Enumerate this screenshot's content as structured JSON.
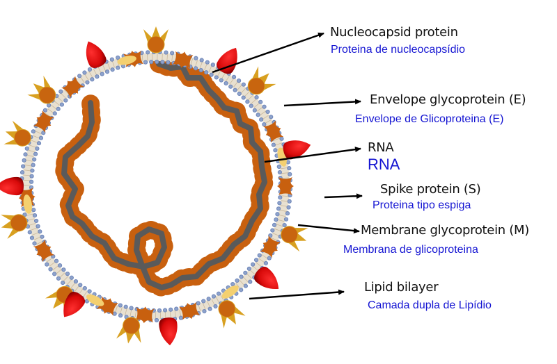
{
  "title": "Coronavirus structure",
  "colors": {
    "rna": "#5a5a5a",
    "nucleocapsid": "#c8600f",
    "membrane_protein": "#c8600f",
    "spike": "#c8650f",
    "spike_tip": "#d8a020",
    "envelope": "#f4d070",
    "hemagglutinin": "#d80a0a",
    "bilayer_head": "#6f86b8",
    "bilayer_tail": "#e8e0d0",
    "arrow": "#000000",
    "label_en": "#111111",
    "label_pt": "#1414d2"
  },
  "labels": [
    {
      "id": "nucleocapsid",
      "en": "Nucleocapsid protein",
      "pt": "Proteina de nucleocapsídio"
    },
    {
      "id": "envelope",
      "en": "Envelope glycoprotein (E)",
      "pt": "Envelope de Glicoproteina (E)"
    },
    {
      "id": "rna",
      "en": "RNA",
      "pt": "RNA"
    },
    {
      "id": "spike",
      "en": "Spike protein (S)",
      "pt": "Proteina tipo espiga"
    },
    {
      "id": "membrane",
      "en": "Membrane glycoprotein (M)",
      "pt": "Membrana de glicoproteina"
    },
    {
      "id": "lipid",
      "en": "Lipid bilayer",
      "pt": "Camada dupla de Lipídio"
    }
  ],
  "components": {
    "spikes_deg": [
      -90,
      -45,
      20,
      130,
      165,
      100,
      60,
      -160,
      -140
    ],
    "red_proteins_deg": [
      -115,
      -60,
      -15,
      40,
      85,
      125,
      180
    ],
    "m_proteins_deg": [
      -100,
      -78,
      -25,
      0,
      28,
      75,
      95,
      112,
      150,
      175,
      -150,
      -130
    ],
    "e_proteins_deg": [
      -103,
      -13,
      55,
      118,
      172
    ]
  }
}
